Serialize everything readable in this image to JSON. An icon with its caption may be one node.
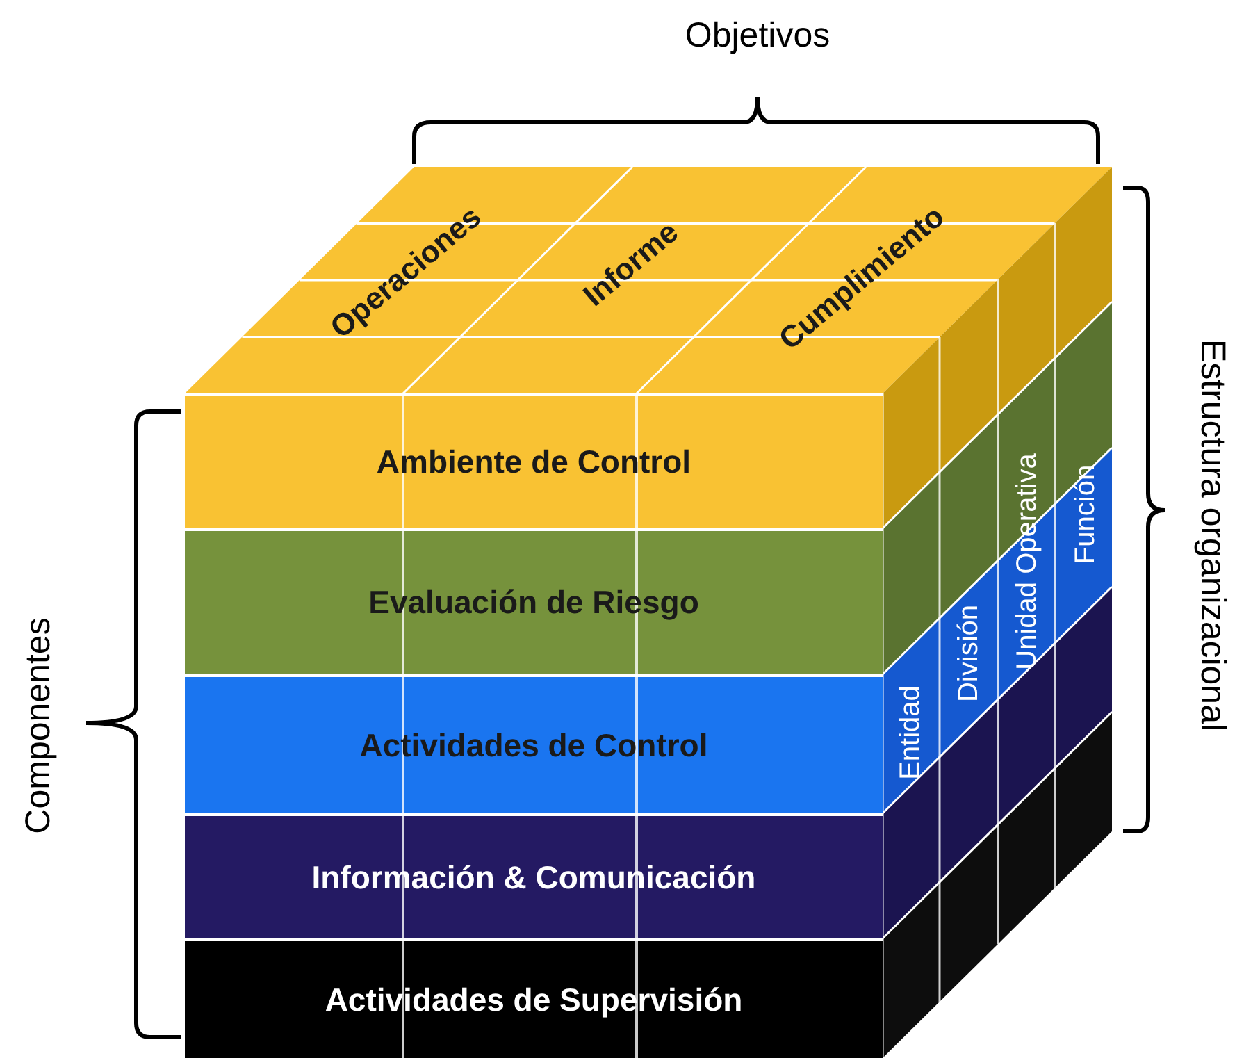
{
  "diagram": {
    "nodes": [
      {
        "text": [
          "Ambiente de Control"
        ]
      },
      {
        "text": [
          "Evaluación de Riesgo"
        ]
      },
      {
        "text": [
          "Actividades de Control"
        ]
      },
      {
        "text": [
          "Información & Comunicación"
        ]
      },
      {
        "text": [
          "Actividades de Supervisión"
        ]
      }
    ],
    "labels": [
      "Objetivos",
      "Operaciones",
      "Informe",
      "Cumplimiento",
      "Entidad",
      "División",
      "Unidad Operativa",
      "Función",
      "Estructura organizacional",
      "Componentes"
    ]
  }
}
